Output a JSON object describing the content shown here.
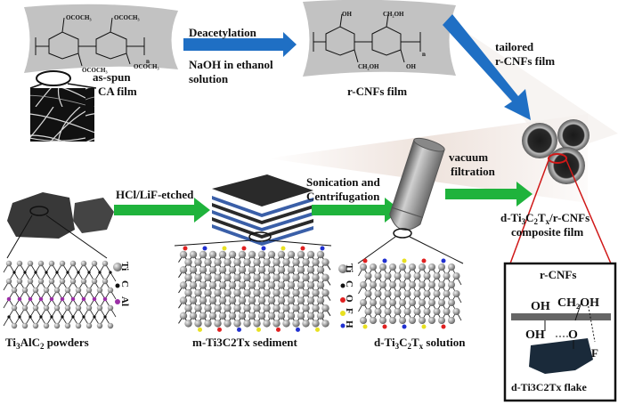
{
  "labels": {
    "ca_film": [
      "as-spun",
      "CA film"
    ],
    "deacetylation": "Deacetylation",
    "naoh": [
      "NaOH in ethanol",
      "solution"
    ],
    "rcnfs_film": "r-CNFs film",
    "tailored": [
      "tailored",
      "r-CNFs film"
    ],
    "hcl_lif": "HCl/LiF-etched",
    "sonication": [
      "Sonication and",
      "Centrifugation"
    ],
    "vacuum": [
      "vacuum",
      "filtration"
    ],
    "composite": [
      "composite film"
    ],
    "ti3alc2_powders": "powders",
    "m_sediment": "m-Ti3C2Tx sediment",
    "d_solution_suffix": "solution",
    "inset_rcnfs": "r-CNFs",
    "inset_oh1": "OH",
    "inset_ch2oh": "CH₂OH",
    "inset_oh2": "OH",
    "inset_o": "O",
    "inset_f": "F",
    "inset_flake": "d-Ti3C2Tx flake",
    "struct_ococh3": "OCOCH₃",
    "struct_oh": "OH",
    "struct_ch2oh": "CH₂OH",
    "struct_n": "n"
  },
  "legend_left": [
    "Ti",
    "C",
    "Al"
  ],
  "legend_mid": [
    "Ti",
    "C",
    "O",
    "F",
    "H"
  ],
  "colors": {
    "arrow_blue": "#1f6fc4",
    "arrow_green": "#1fb33c",
    "ti_atom": "#8c8c8c",
    "al_atom": "#9b2fa6",
    "o_atom": "#e02020",
    "f_atom": "#e8e020",
    "h_atom": "#2030d0"
  }
}
